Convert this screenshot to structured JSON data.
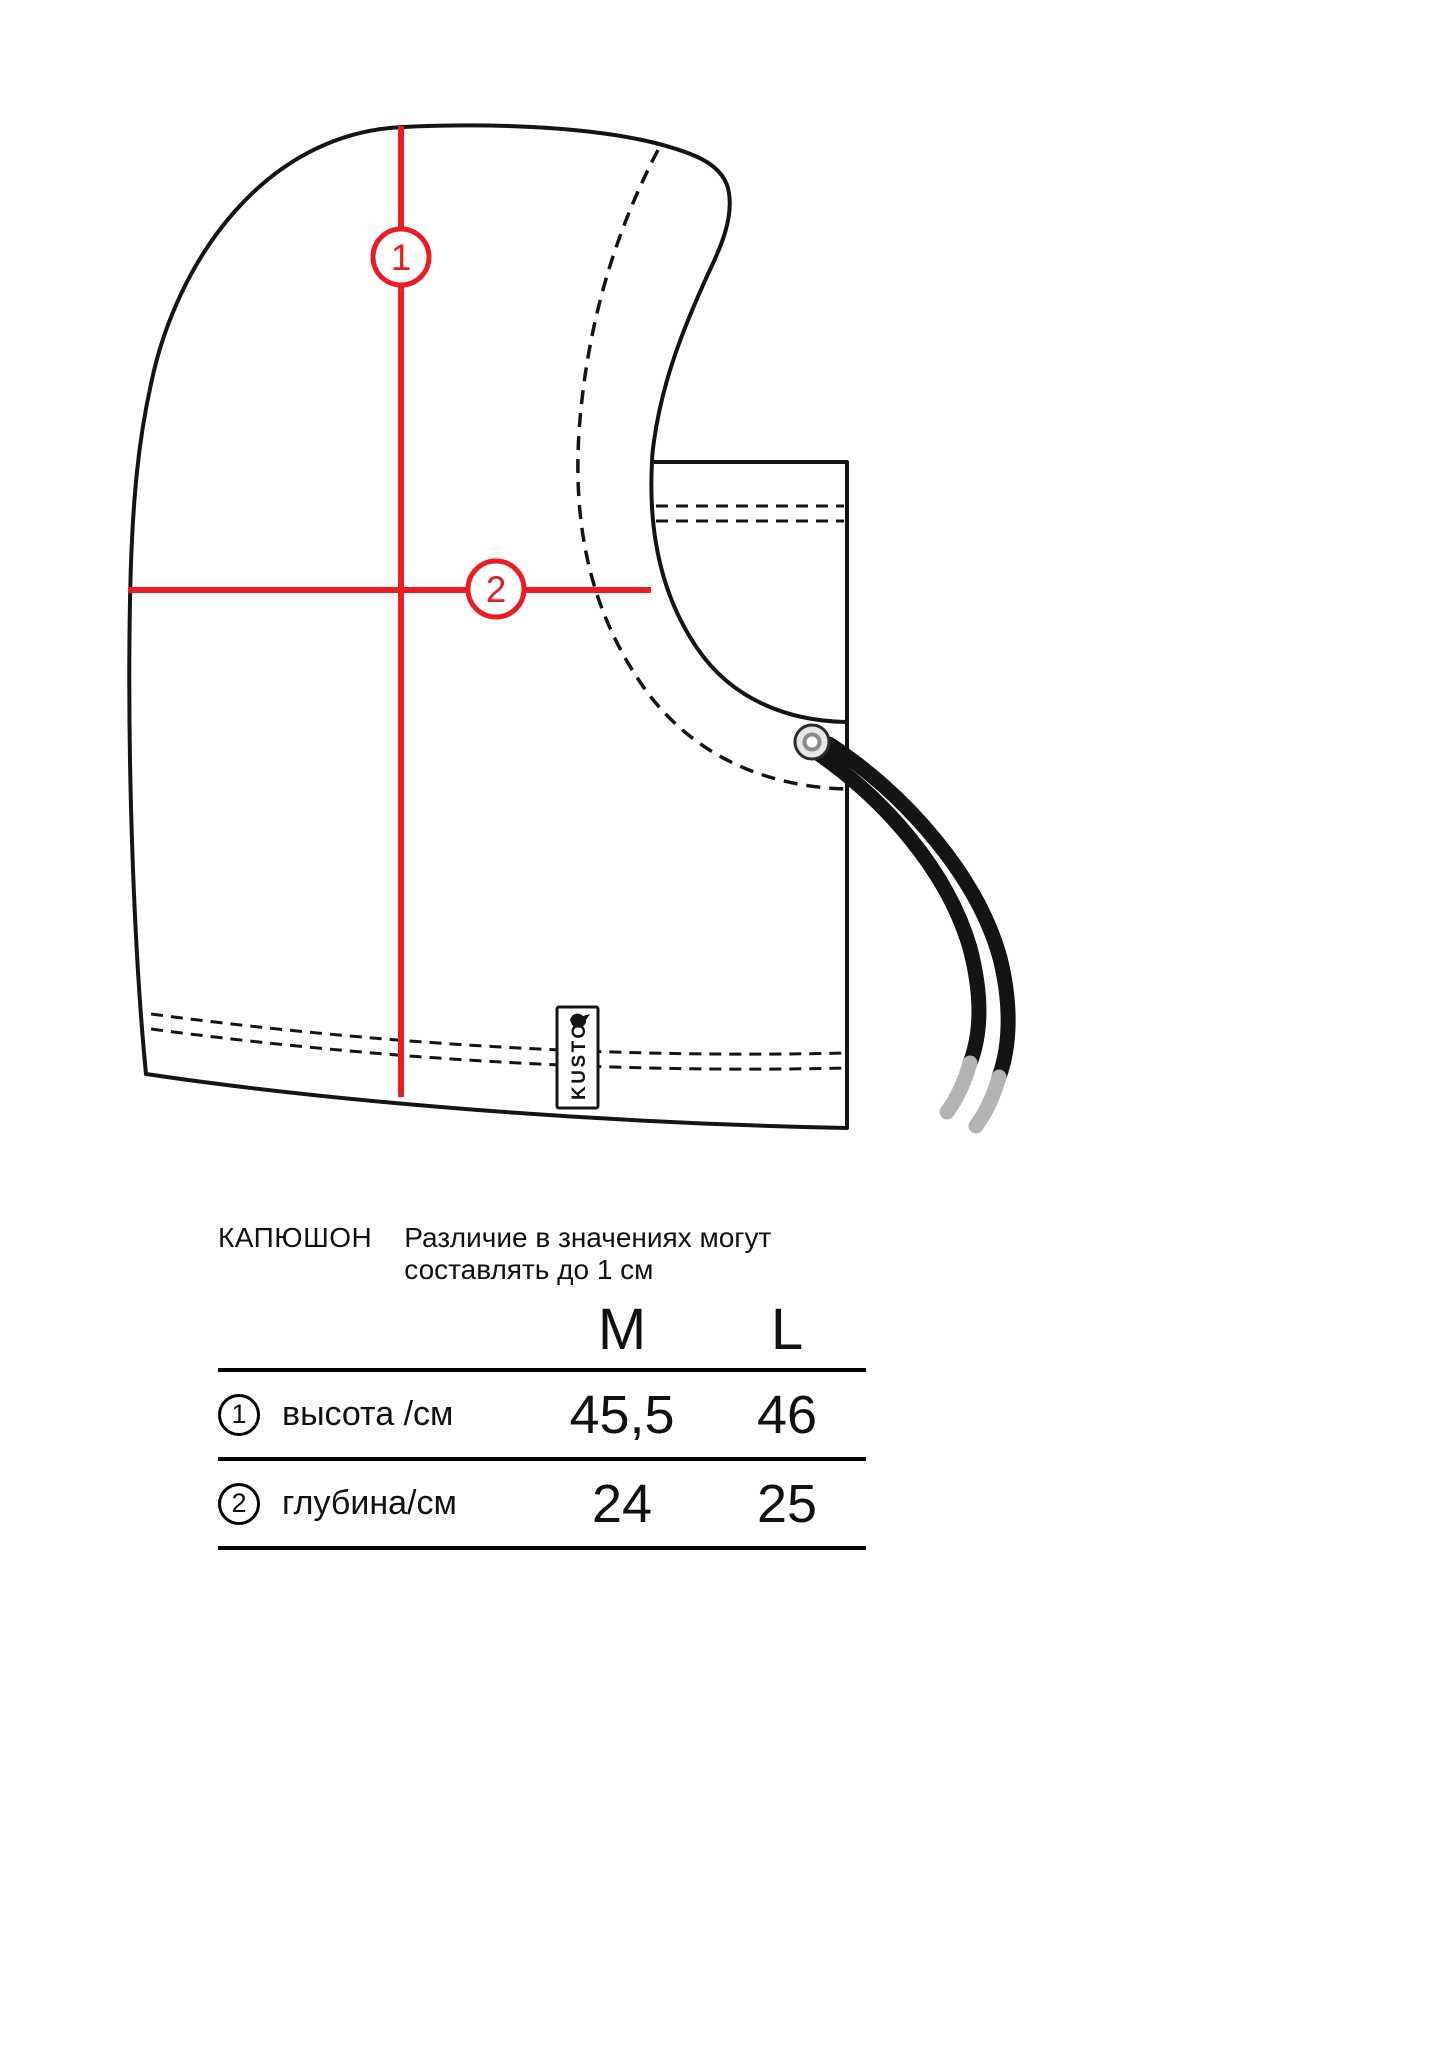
{
  "colors": {
    "measure_red": "#ec1c24",
    "line_black": "#141414",
    "cord_tip_gray": "#b3b3b3"
  },
  "drawing": {
    "marker_1": "1",
    "marker_2": "2",
    "brand_tag": "KUSTO"
  },
  "table": {
    "title": "КАПЮШОН",
    "note": "Различие в значениях могут составлять до 1 см",
    "columns": [
      "M",
      "L"
    ],
    "rows": [
      {
        "num": "1",
        "label": "высота /см",
        "m": "45,5",
        "l": "46"
      },
      {
        "num": "2",
        "label": "глубина/см",
        "m": "24",
        "l": "25"
      }
    ]
  }
}
